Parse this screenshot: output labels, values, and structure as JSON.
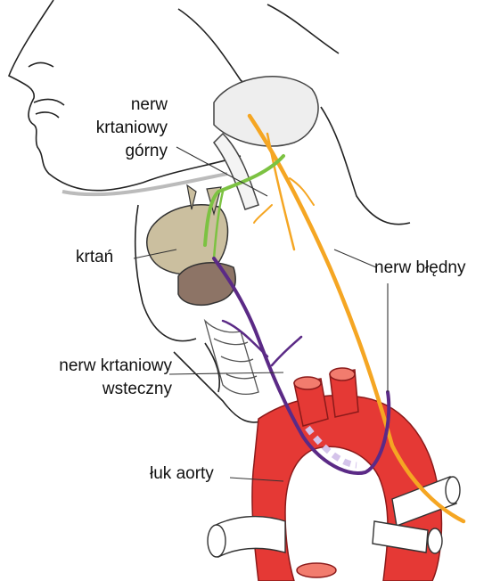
{
  "labels": {
    "superior_laryngeal": [
      "nerw",
      "krtaniowy",
      "górny"
    ],
    "larynx": "krtań",
    "vagus": "nerw błędny",
    "recurrent_laryngeal": [
      "nerw krtaniowy",
      "wsteczny"
    ],
    "aortic_arch": "łuk aorty"
  },
  "colors": {
    "vagus_nerve": "#f5a623",
    "superior_laryngeal_nerve": "#7cc242",
    "recurrent_laryngeal_nerve": "#5b2a86",
    "aorta": "#e53935",
    "larynx_cartilage": "#cbbf9f",
    "larynx_lower": "#8d7466",
    "trachea_outline": "#555555"
  }
}
